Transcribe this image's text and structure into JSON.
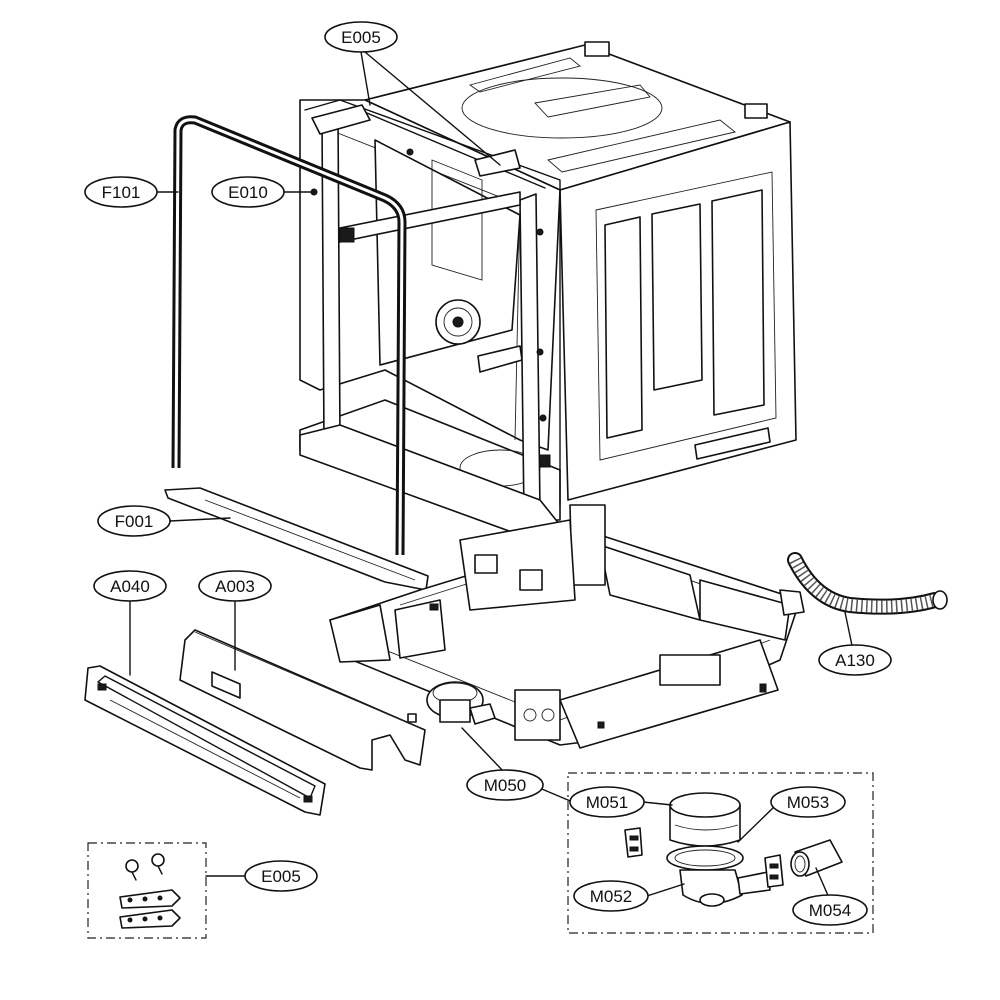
{
  "callouts": {
    "e005_top": "E005",
    "e010": "E010",
    "f101": "F101",
    "f001": "F001",
    "a040": "A040",
    "a003": "A003",
    "a130": "A130",
    "m050": "M050",
    "m051": "M051",
    "m052": "M052",
    "m053": "M053",
    "m054": "M054",
    "e005_kit": "E005"
  }
}
